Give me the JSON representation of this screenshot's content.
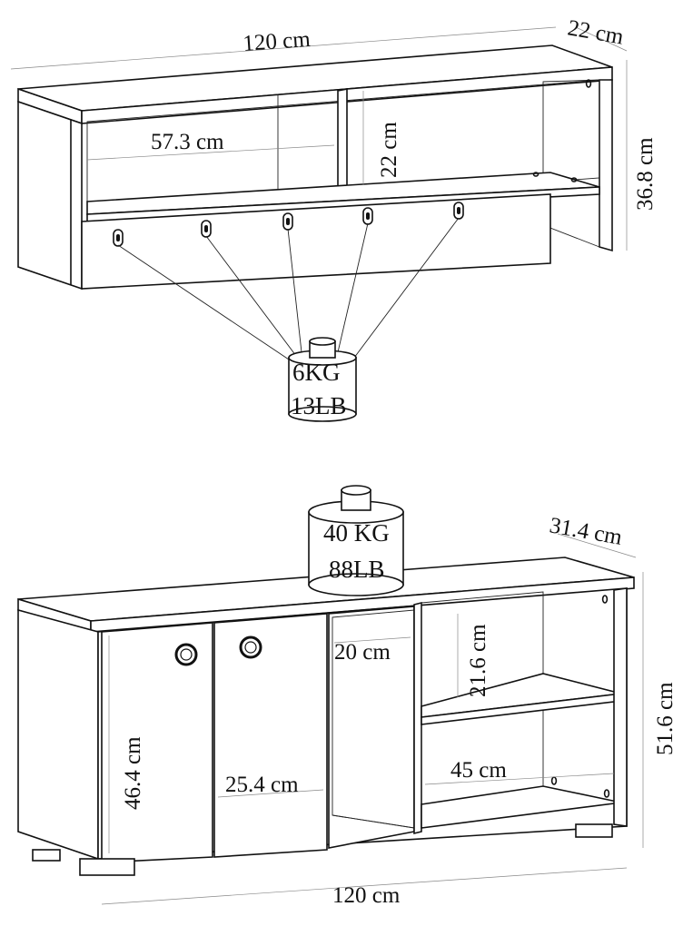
{
  "wall_shelf": {
    "width": "120 cm",
    "depth": "22 cm",
    "height": "36.8 cm",
    "compartment_width": "57.3 cm",
    "compartment_height": "22 cm",
    "load_kg": "6KG",
    "load_lb": "13LB"
  },
  "cabinet": {
    "width": "120 cm",
    "depth": "31.4 cm",
    "height": "51.6 cm",
    "door_height": "46.4 cm",
    "door_width": "25.4 cm",
    "open_section_width": "20 cm",
    "shelf_height": "21.6 cm",
    "shelf_width": "45 cm",
    "load_kg": "40 KG",
    "load_lb": "88LB"
  }
}
